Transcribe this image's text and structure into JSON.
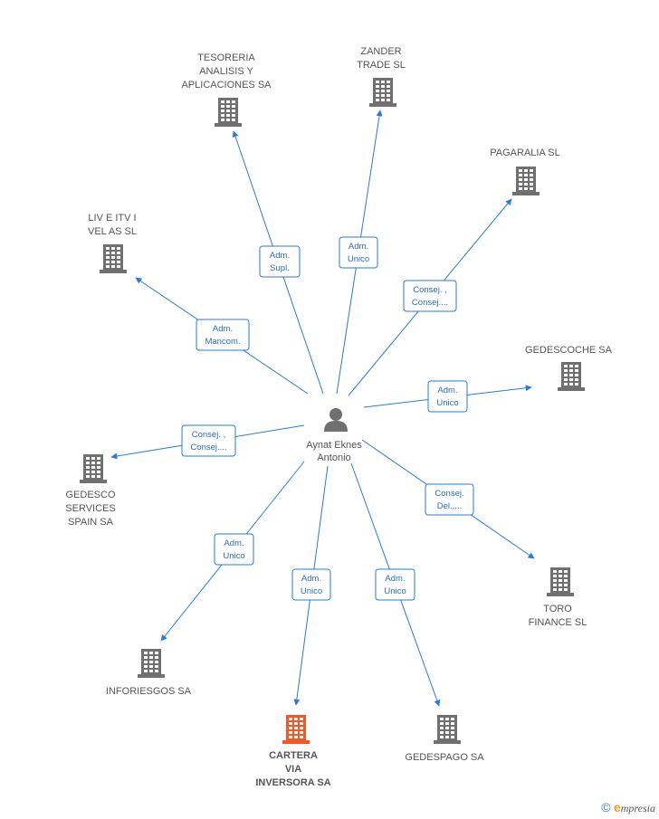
{
  "center": {
    "name_line1": "Aynat Eknes",
    "name_line2": "Antonio",
    "icon": "person-icon"
  },
  "colors": {
    "edge": "#2a7bd4",
    "building": "#707070",
    "highlight": "#f05a28"
  },
  "nodes": [
    {
      "id": "tesoreria",
      "lines": [
        "TESORERIA",
        "ANALISIS Y",
        "APLICACIONES SA"
      ],
      "role": [
        "Adm.",
        "Supl."
      ],
      "highlight": false
    },
    {
      "id": "zander",
      "lines": [
        "ZANDER",
        "TRADE SL"
      ],
      "role": [
        "Adm.",
        "Unico"
      ],
      "highlight": false
    },
    {
      "id": "pagaralia",
      "lines": [
        "PAGARALIA SL"
      ],
      "role": [
        "Consej. ,",
        "Consej...."
      ],
      "highlight": false
    },
    {
      "id": "livitv",
      "lines": [
        "LIV E ITV I",
        "VEL AS SL"
      ],
      "role": [
        "Adm.",
        "Mancom."
      ],
      "highlight": false
    },
    {
      "id": "gedescoche",
      "lines": [
        "GEDESCOCHE SA"
      ],
      "role": [
        "Adm.",
        "Unico"
      ],
      "highlight": false
    },
    {
      "id": "gedesco",
      "lines": [
        "GEDESCO",
        "SERVICES",
        "SPAIN SA"
      ],
      "role": [
        "Consej. ,",
        "Consej...."
      ],
      "highlight": false
    },
    {
      "id": "toro",
      "lines": [
        "TORO",
        "FINANCE  SL"
      ],
      "role": [
        "Consej.",
        "Del.,..."
      ],
      "highlight": false
    },
    {
      "id": "inforiesgos",
      "lines": [
        "INFORIESGOS SA"
      ],
      "role": [
        "Adm.",
        "Unico"
      ],
      "highlight": false
    },
    {
      "id": "cartera",
      "lines": [
        "CARTERA",
        "VIA",
        "INVERSORA SA"
      ],
      "role": [
        "Adm.",
        "Unico"
      ],
      "highlight": true
    },
    {
      "id": "gedespago",
      "lines": [
        "GEDESPAGO SA"
      ],
      "role": [
        "Adm.",
        "Unico"
      ],
      "highlight": false
    }
  ],
  "footer": {
    "copyright": "©",
    "brand_initial": "e",
    "brand_rest": "mpresia"
  }
}
